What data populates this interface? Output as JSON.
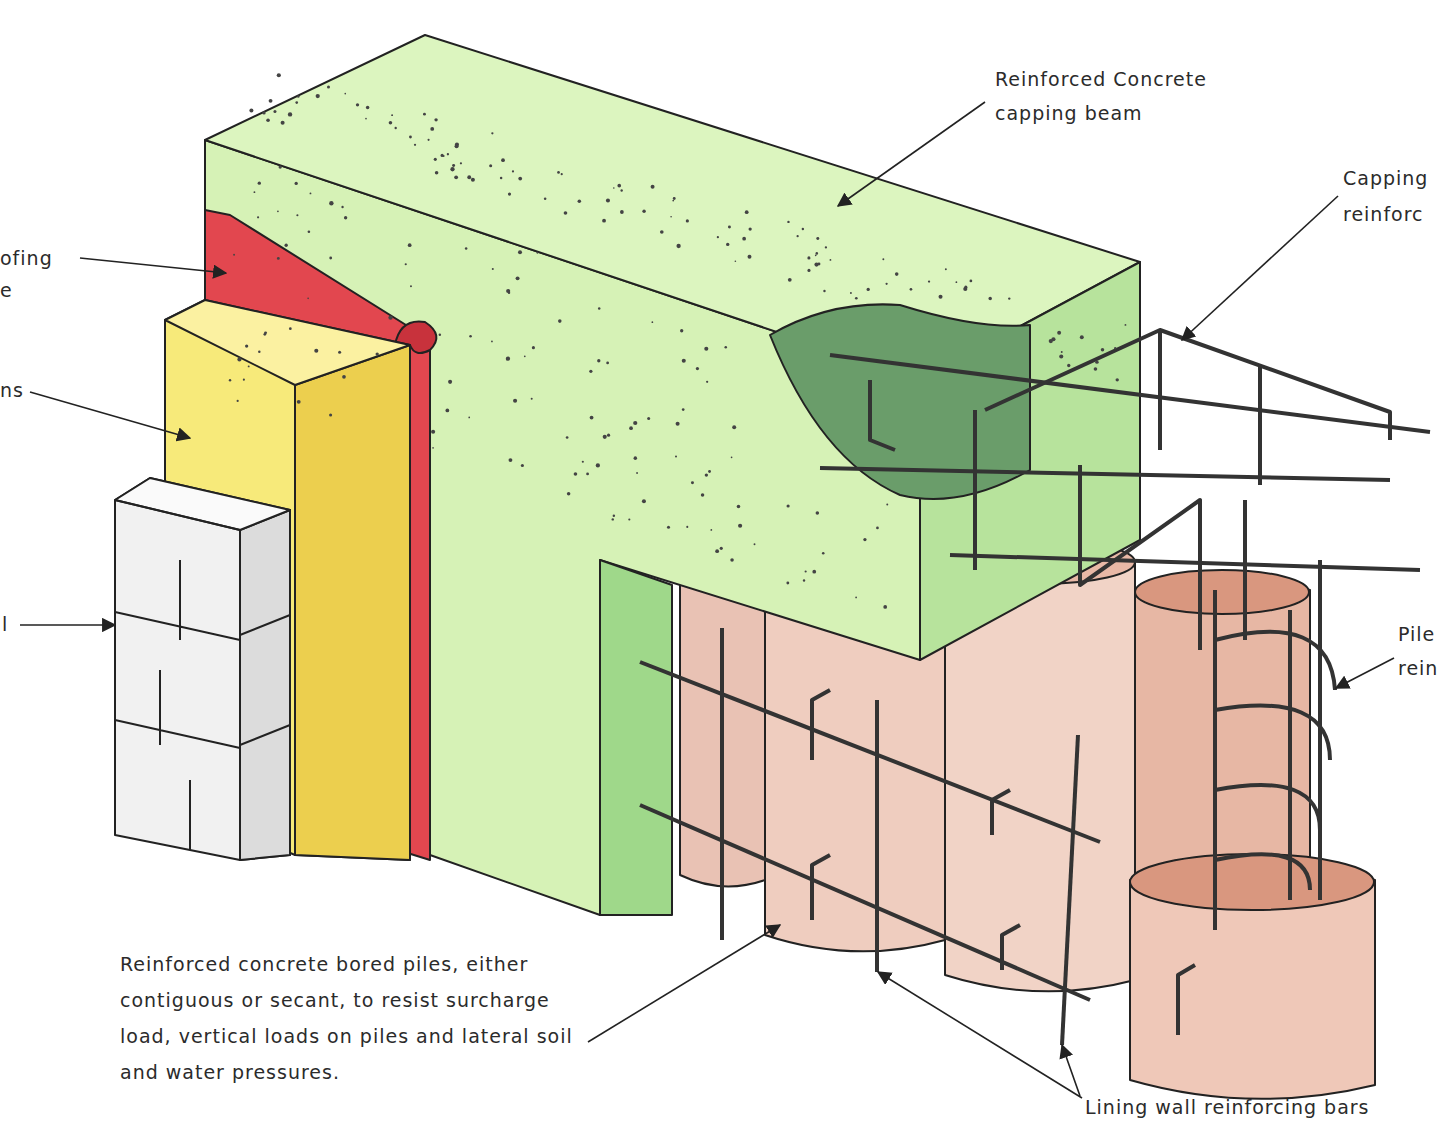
{
  "diagram": {
    "labels": [
      "Reinforced Concrete capping beam",
      "Capping",
      "reinforc",
      "ofing",
      "e",
      "ns",
      "l",
      "Pile",
      "rein",
      "Reinforced concrete bored piles, either contiguous or secant, to resist surcharge load, vertical loads on piles and lateral soil and water pressures.",
      "Lining wall reinforcing bars"
    ]
  }
}
